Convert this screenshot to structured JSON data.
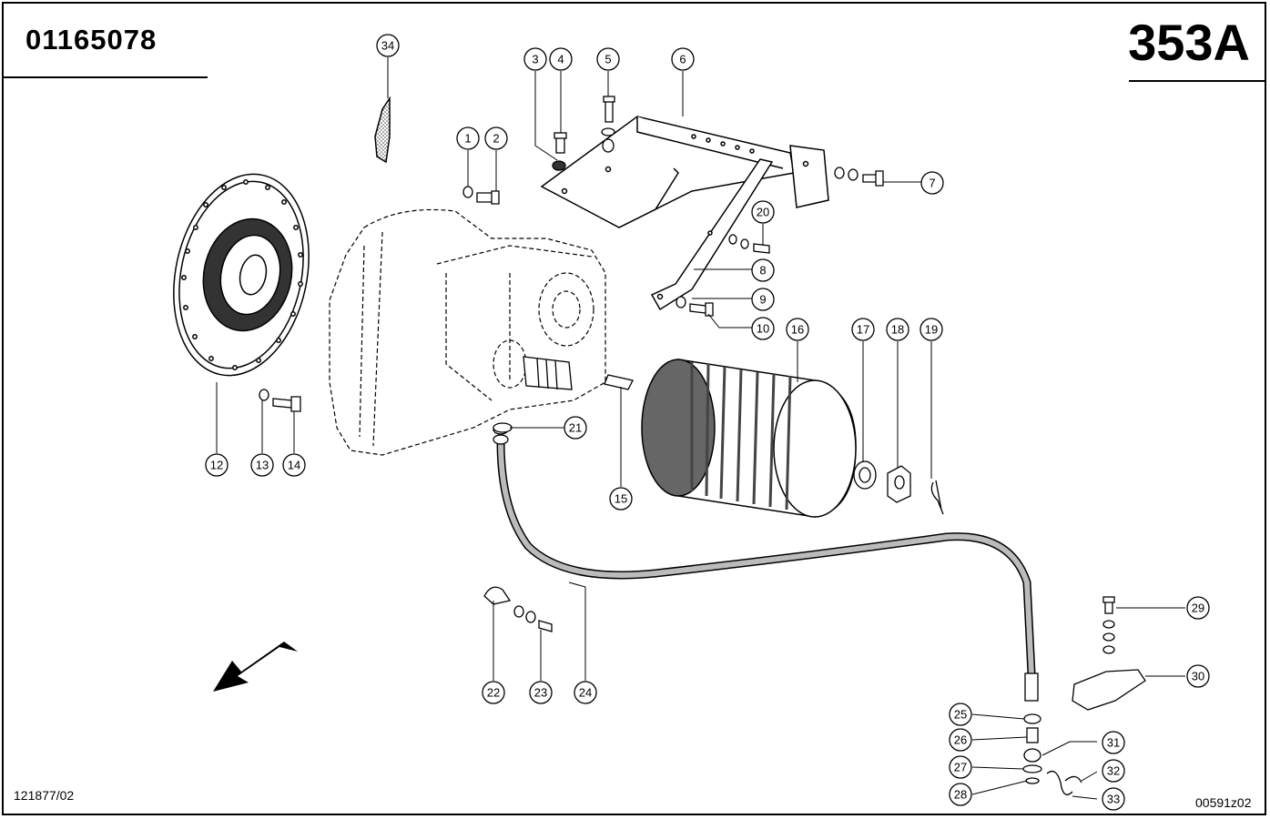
{
  "header": {
    "document_number": "01165078",
    "page_number": "353A"
  },
  "footer": {
    "left_code": "121877/02",
    "right_code": "00591z02"
  },
  "callouts": [
    {
      "id": "c1",
      "label": "1"
    },
    {
      "id": "c2",
      "label": "2"
    },
    {
      "id": "c3",
      "label": "3"
    },
    {
      "id": "c4",
      "label": "4"
    },
    {
      "id": "c5",
      "label": "5"
    },
    {
      "id": "c6",
      "label": "6"
    },
    {
      "id": "c7",
      "label": "7"
    },
    {
      "id": "c8",
      "label": "8"
    },
    {
      "id": "c9",
      "label": "9"
    },
    {
      "id": "c10",
      "label": "10"
    },
    {
      "id": "c11",
      "label": "12"
    },
    {
      "id": "c12",
      "label": "13"
    },
    {
      "id": "c13",
      "label": "14"
    },
    {
      "id": "c14",
      "label": "15"
    },
    {
      "id": "c15",
      "label": "16"
    },
    {
      "id": "c16",
      "label": "17"
    },
    {
      "id": "c17",
      "label": "18"
    },
    {
      "id": "c18",
      "label": "19"
    },
    {
      "id": "c19",
      "label": "20"
    },
    {
      "id": "c20",
      "label": "21"
    },
    {
      "id": "c21",
      "label": "22"
    },
    {
      "id": "c22",
      "label": "23"
    },
    {
      "id": "c23",
      "label": "24"
    },
    {
      "id": "c24",
      "label": "25"
    },
    {
      "id": "c25",
      "label": "26"
    },
    {
      "id": "c26",
      "label": "27"
    },
    {
      "id": "c27",
      "label": "28"
    },
    {
      "id": "c28",
      "label": "29"
    },
    {
      "id": "c29",
      "label": "30"
    },
    {
      "id": "c30",
      "label": "31"
    },
    {
      "id": "c31",
      "label": "32"
    },
    {
      "id": "c32",
      "label": "33"
    },
    {
      "id": "c33",
      "label": "34"
    }
  ],
  "icons": {
    "direction_arrow": "arrow-down-left-icon"
  }
}
